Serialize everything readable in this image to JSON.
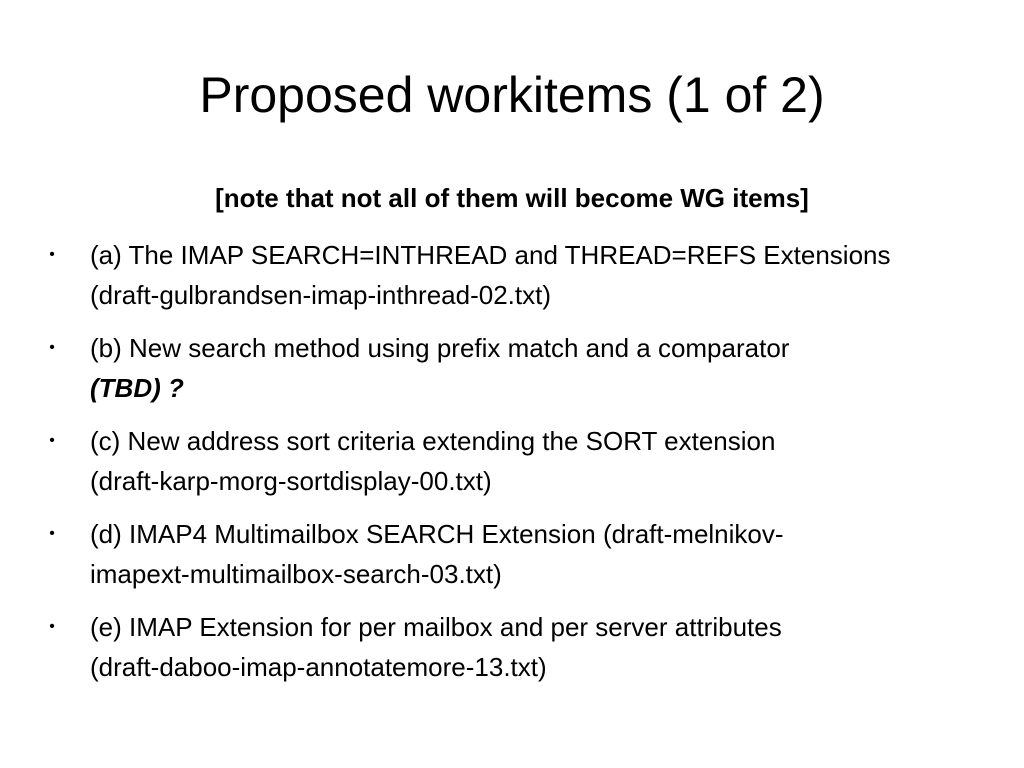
{
  "slide": {
    "title": "Proposed workitems (1 of 2)",
    "note": "[note that not all of them will become WG items]",
    "bullet_glyph": "•",
    "items": [
      {
        "line1": "(a) The IMAP SEARCH=INTHREAD and THREAD=REFS Extensions",
        "line2": "(draft-gulbrandsen-imap-inthread-02.txt)"
      },
      {
        "line1": "(b) New search method using prefix match and a comparator",
        "line2": "(TBD) ?"
      },
      {
        "line1": "(c) New address sort criteria extending the SORT extension",
        "line2": "(draft-karp-morg-sortdisplay-00.txt)"
      },
      {
        "line1": "(d) IMAP4 Multimailbox SEARCH Extension (draft-melnikov-",
        "line2": "imapext-multimailbox-search-03.txt)"
      },
      {
        "line1": "(e) IMAP Extension for per mailbox and per server attributes",
        "line2": "(draft-daboo-imap-annotatemore-13.txt)"
      }
    ]
  }
}
